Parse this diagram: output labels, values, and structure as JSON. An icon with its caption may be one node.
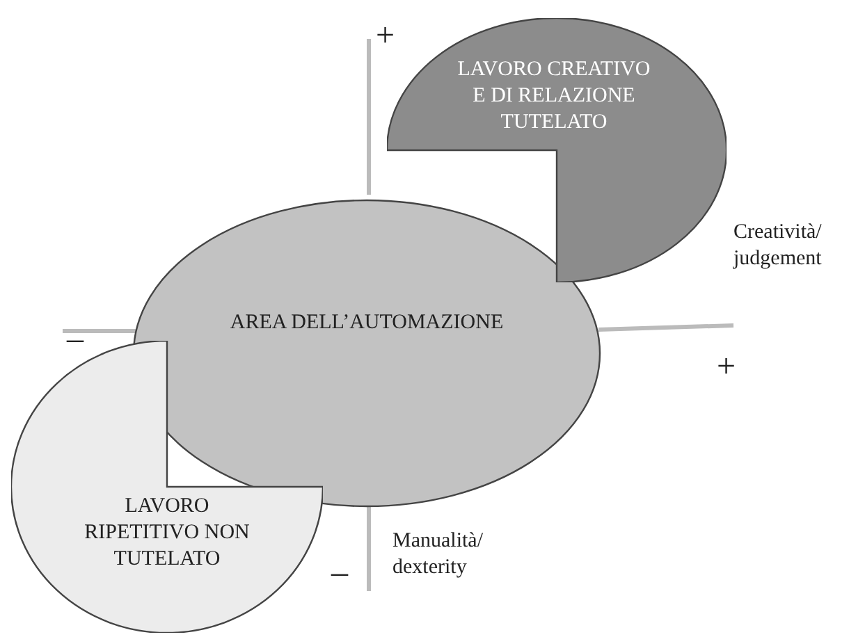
{
  "diagram": {
    "nodes": [
      {
        "text": [
          "LAVORO CREATIVO E DI RELAZIONE TUTELATO"
        ]
      },
      {
        "text": [
          "AREA DELL’AUTOMAZIONE"
        ]
      },
      {
        "text": [
          "LAVORO RIPETITIVO NON TUTELATO"
        ]
      }
    ],
    "labels": [
      "+",
      "Creatività/ judgement",
      "–",
      "+",
      "–",
      "Manualità/ dexterity"
    ]
  }
}
